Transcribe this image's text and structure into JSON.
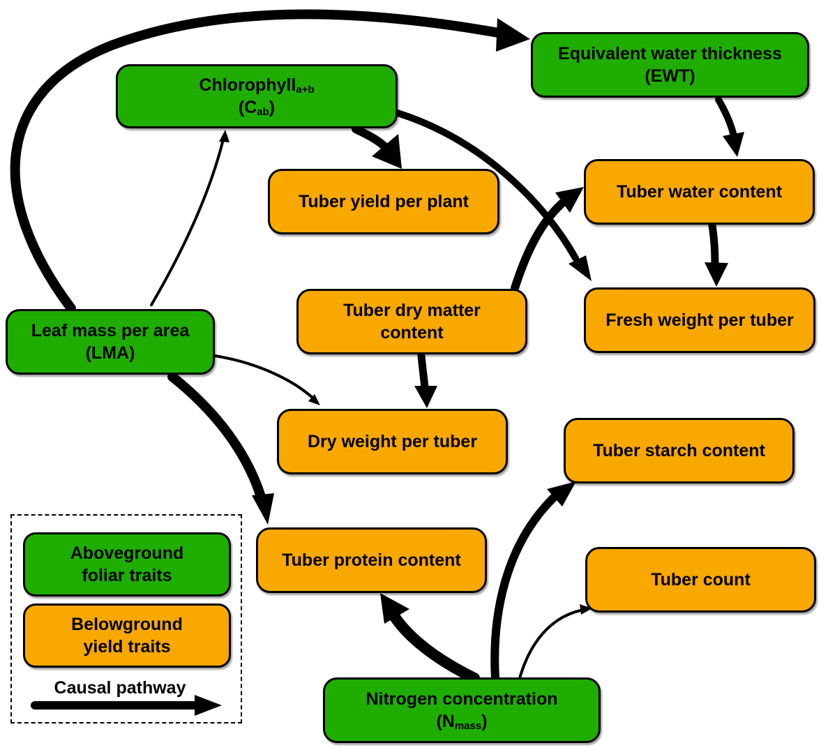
{
  "nodes": {
    "ewt": {
      "line1": "Equivalent water thickness",
      "line2": "(EWT)"
    },
    "chlorophyll": {
      "line1_main": "Chlorophyll",
      "line1_sub": "a+b",
      "line2_open": "(C",
      "line2_sub": "ab",
      "line2_close": ")"
    },
    "tuber_yield": {
      "line1": "Tuber yield per plant"
    },
    "tuber_water": {
      "line1": "Tuber water content"
    },
    "tuber_dry_matter": {
      "line1": "Tuber dry matter",
      "line2": "content"
    },
    "fresh_weight": {
      "line1": "Fresh weight per tuber"
    },
    "lma": {
      "line1": "Leaf mass per area",
      "line2": "(LMA)"
    },
    "dry_weight": {
      "line1": "Dry weight per tuber"
    },
    "starch": {
      "line1": "Tuber starch content"
    },
    "protein": {
      "line1": "Tuber protein content"
    },
    "tuber_count": {
      "line1": "Tuber count"
    },
    "nitrogen": {
      "line1": "Nitrogen concentration",
      "line2_open": "(N",
      "line2_sub": "mass",
      "line2_close": ")"
    }
  },
  "legend": {
    "aboveground": {
      "line1": "Aboveground",
      "line2": "foliar traits"
    },
    "belowground": {
      "line1": "Belowground",
      "line2": "yield traits"
    },
    "pathway_label": "Causal pathway"
  },
  "colors": {
    "aboveground": "#1fae00",
    "belowground": "#f9a800",
    "arrow": "#000000"
  }
}
